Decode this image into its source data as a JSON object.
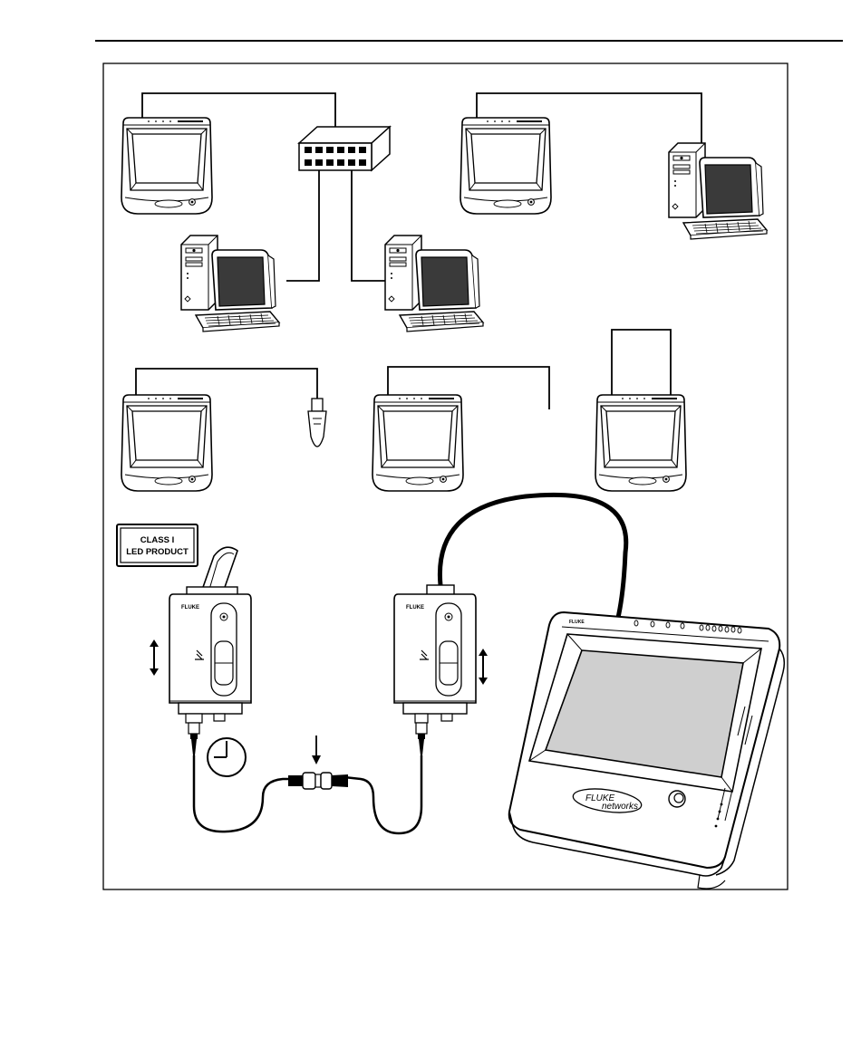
{
  "figure": {
    "label_box": {
      "line1": "CLASS I",
      "line2": "LED PRODUCT"
    },
    "brand_small": "FLUKE",
    "brand_logo_line1": "FLUKE",
    "brand_logo_line2": "networks",
    "colors": {
      "stroke": "#000000",
      "screen_dark": "#3a3a3a",
      "screen_grey": "#cfcfcf",
      "background": "#ffffff"
    }
  }
}
